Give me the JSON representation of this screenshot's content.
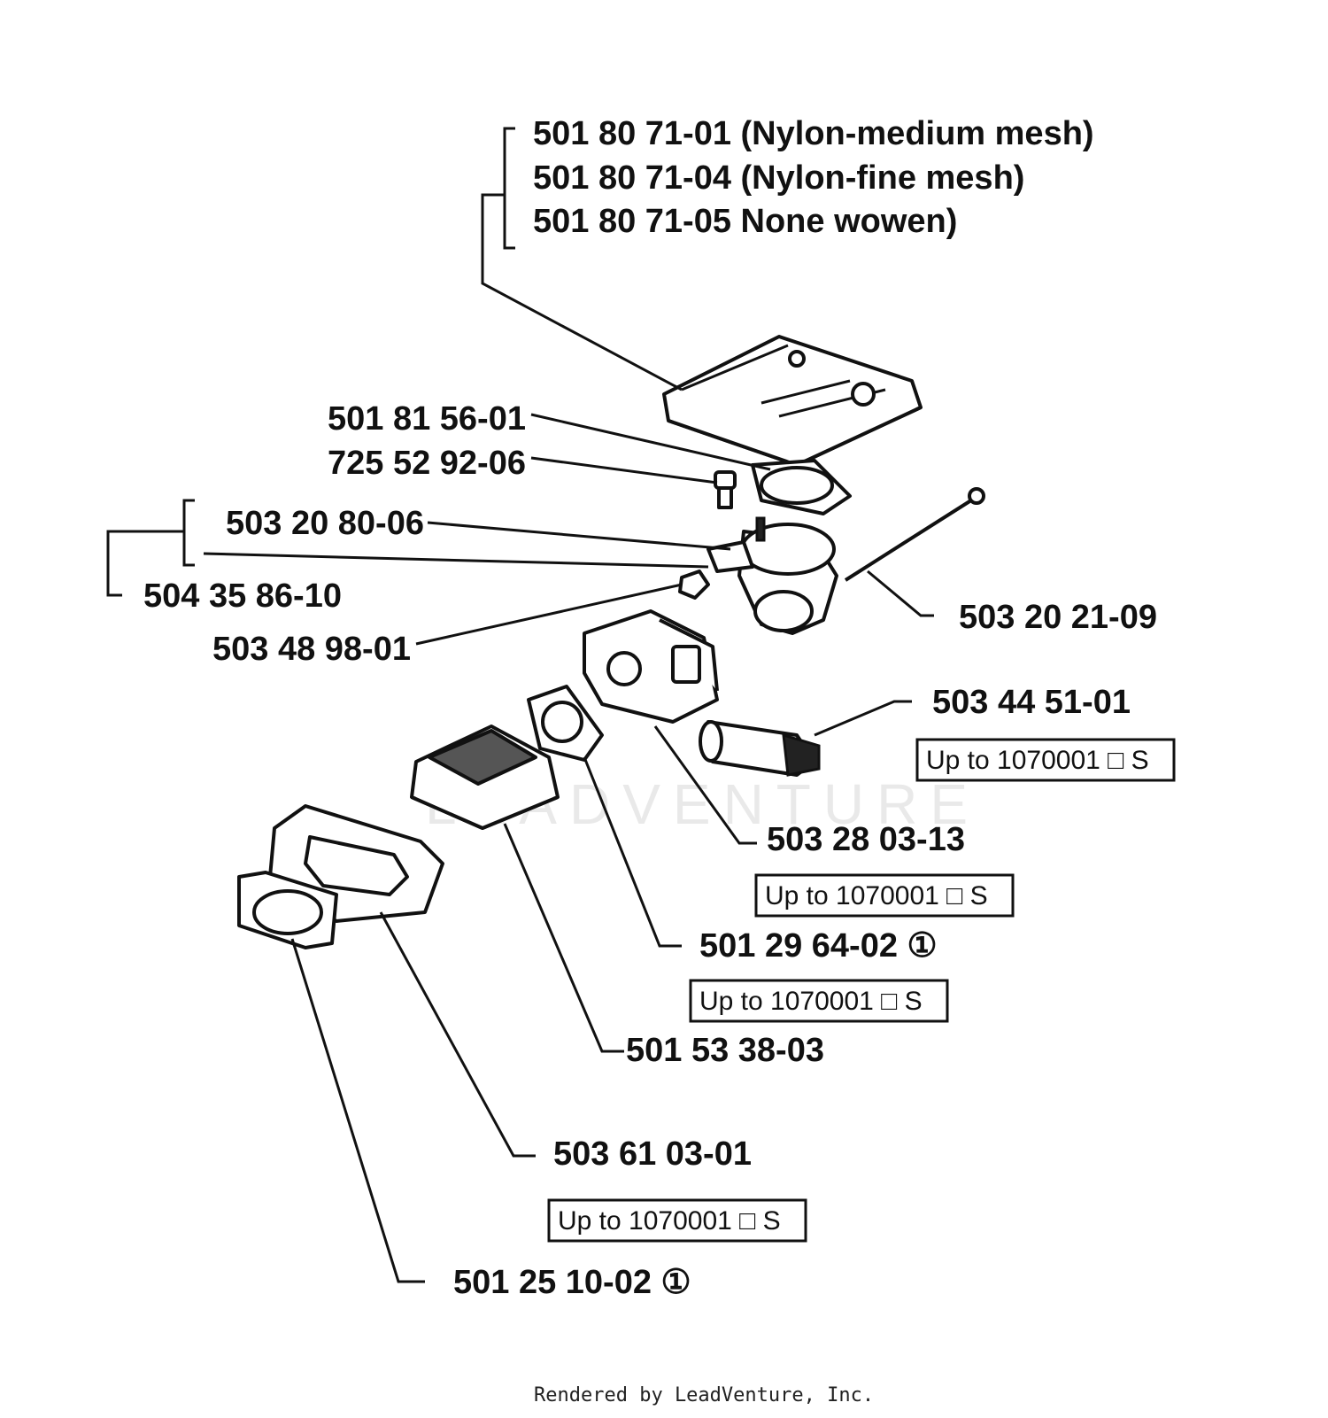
{
  "watermark": "LEADVENTURE",
  "footer": "Rendered by LeadVenture, Inc.",
  "labels": {
    "filter_a": "501 80 71-01 (Nylon-medium mesh)",
    "filter_b": "501 80 71-04 (Nylon-fine mesh)",
    "filter_c": "501 80 71-05 None wowen)",
    "p1": "501 81 56-01",
    "p2": "725 52 92-06",
    "p3": "503 20 80-06",
    "p4": "504 35 86-10",
    "p5": "503 48 98-01",
    "p6": "503 20 21-09",
    "p7": "503 44 51-01",
    "p8": "503 28 03-13",
    "p9": "501 29 64-02 ①",
    "p10": "501 53 38-03",
    "p11": "503 61 03-01",
    "p12": "501 25 10-02 ①"
  },
  "notes": {
    "n1": "Up to 1070001 □ S",
    "n2": "Up to 1070001 □ S",
    "n3": "Up to 1070001 □ S",
    "n4": "Up to 1070001 □ S"
  }
}
